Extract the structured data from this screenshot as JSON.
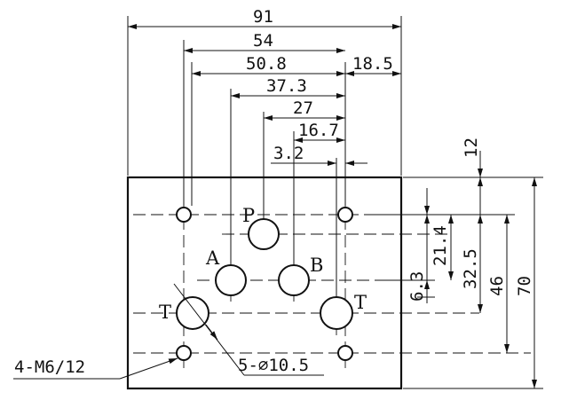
{
  "dimensions": {
    "d91": "91",
    "d54": "54",
    "d50_8": "50.8",
    "d18_5": "18.5",
    "d37_3": "37.3",
    "d27": "27",
    "d16_7": "16.7",
    "d3_2": "3.2",
    "d12": "12",
    "d21_4": "21.4",
    "d6_3": "6.3",
    "d32_5": "32.5",
    "d46": "46",
    "d70": "70"
  },
  "ports": {
    "p": "P",
    "a": "A",
    "b": "B",
    "t_left": "T",
    "t_right": "T"
  },
  "callouts": {
    "thread": "4-M6/12",
    "bores": "5-⌀10.5"
  }
}
